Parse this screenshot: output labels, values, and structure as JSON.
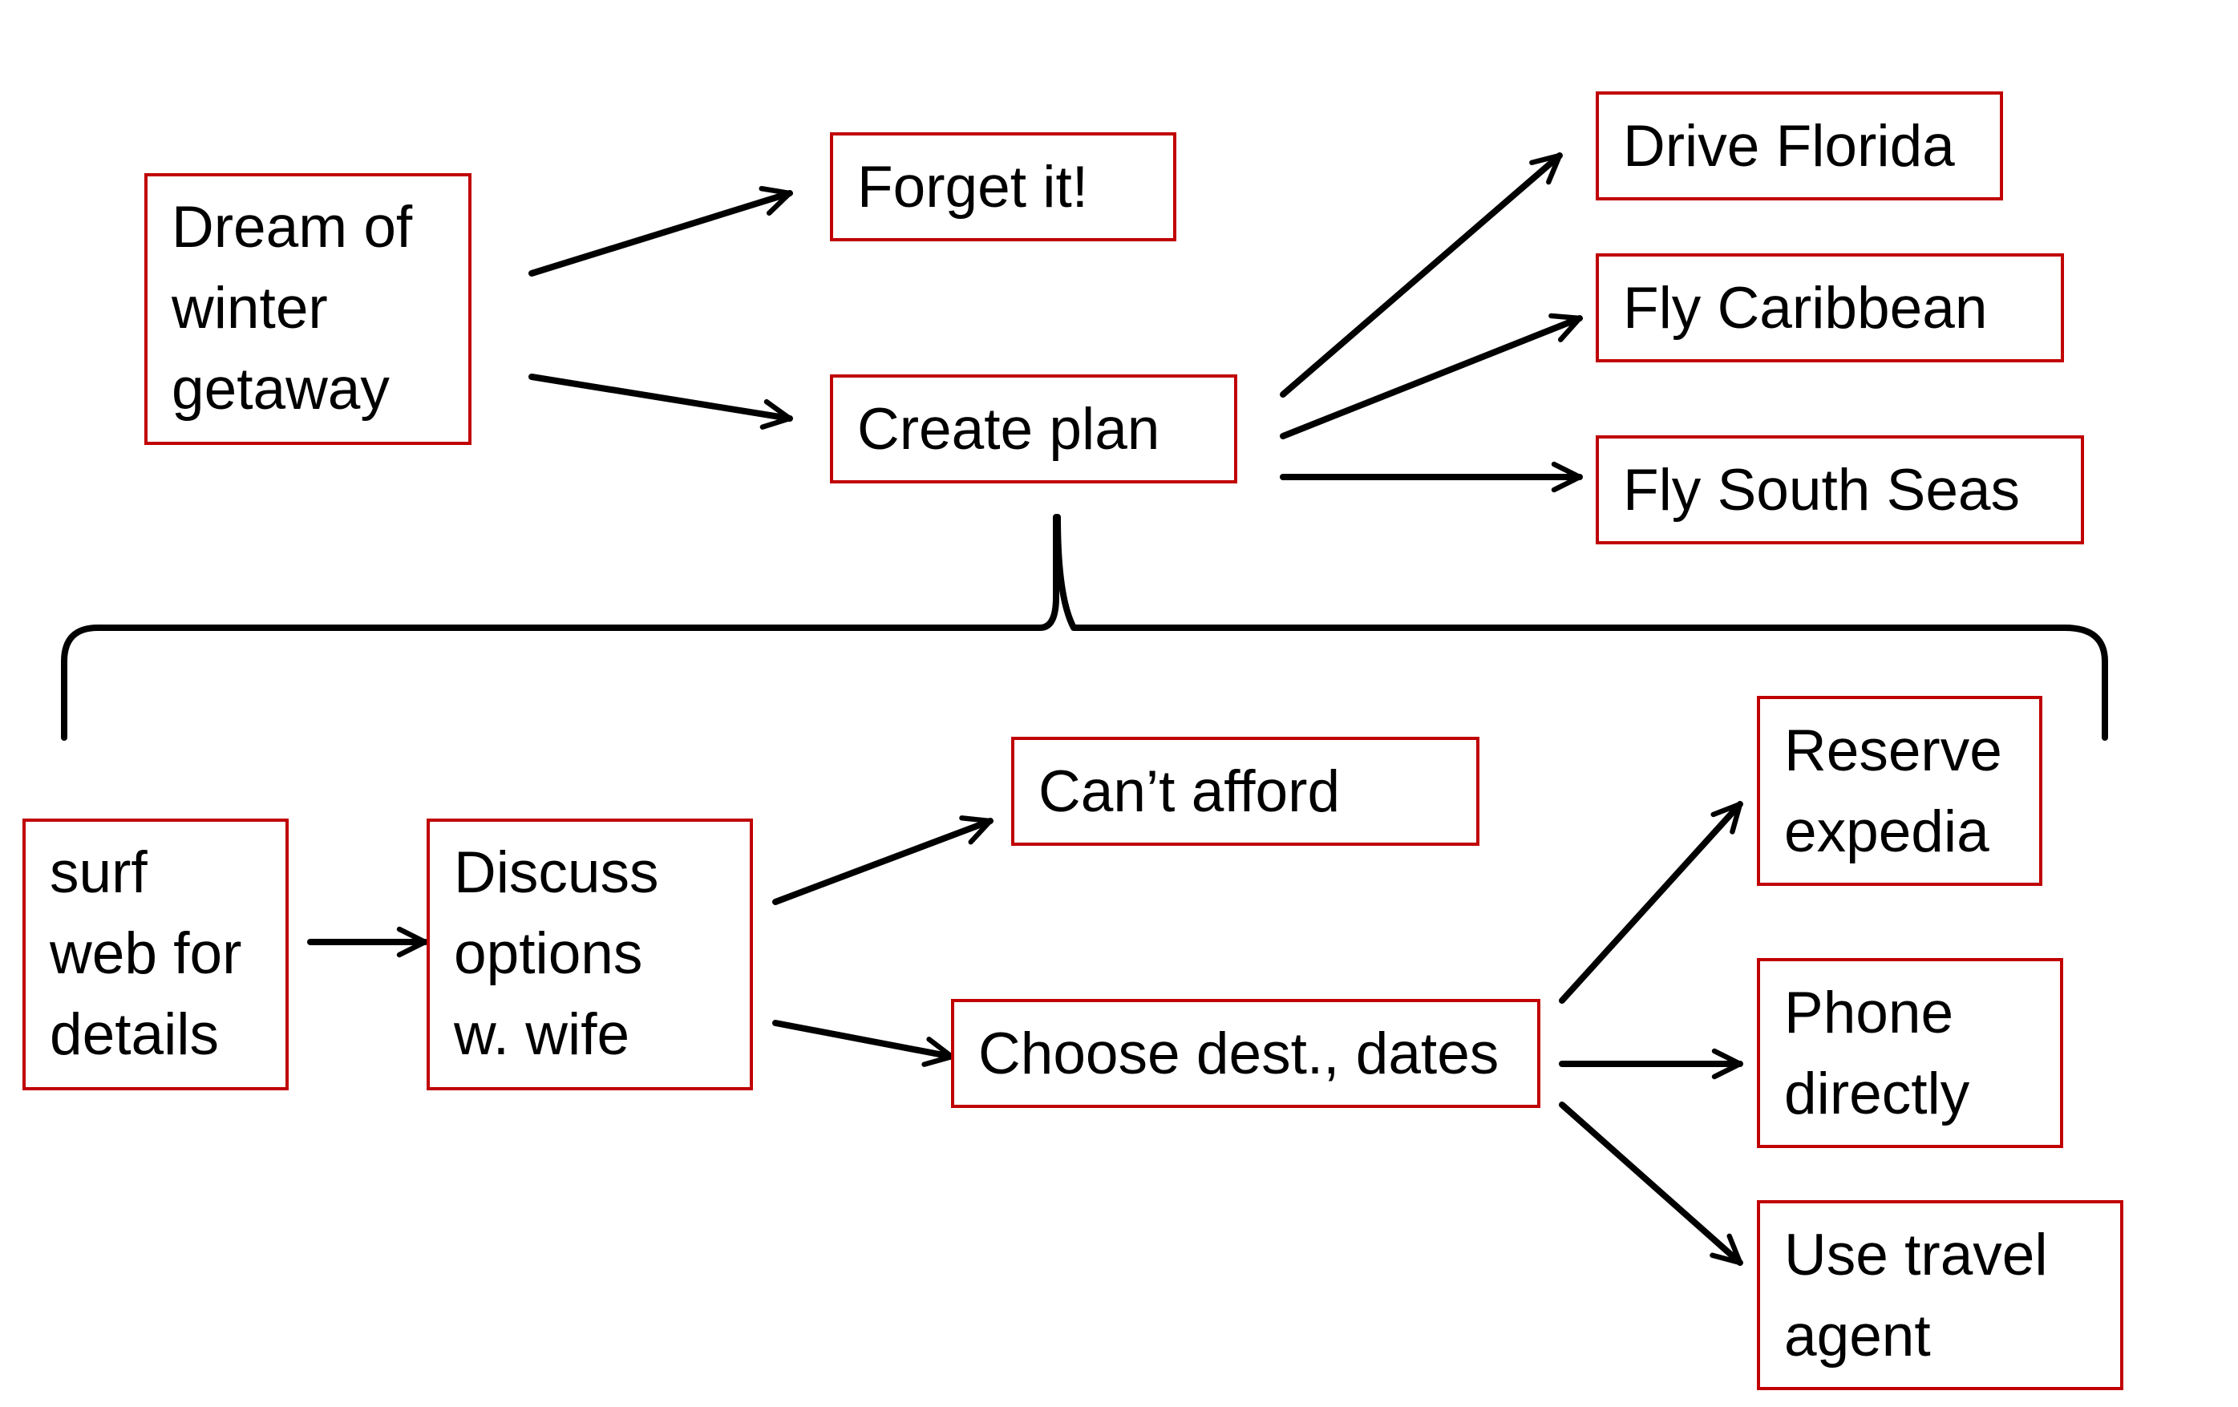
{
  "colors": {
    "box_border": "#c00000",
    "arrow": "#000000",
    "text": "#000000",
    "background": "#ffffff"
  },
  "nodes": {
    "dream": {
      "lines": [
        "Dream of",
        "winter",
        "getaway"
      ]
    },
    "forget": {
      "lines": [
        "Forget it!"
      ]
    },
    "create_plan": {
      "lines": [
        "Create plan"
      ]
    },
    "drive_florida": {
      "lines": [
        "Drive Florida"
      ]
    },
    "fly_caribbean": {
      "lines": [
        "Fly Caribbean"
      ]
    },
    "fly_south_seas": {
      "lines": [
        "Fly South Seas"
      ]
    },
    "surf_web": {
      "lines": [
        "surf",
        "web for",
        "details"
      ]
    },
    "discuss": {
      "lines": [
        "Discuss",
        "options",
        "w. wife"
      ]
    },
    "cant_afford": {
      "lines": [
        "Can’t afford"
      ]
    },
    "choose": {
      "lines": [
        "Choose dest., dates"
      ]
    },
    "reserve": {
      "lines": [
        "Reserve",
        "expedia"
      ]
    },
    "phone": {
      "lines": [
        "Phone",
        "directly"
      ]
    },
    "travel_agent": {
      "lines": [
        "Use travel",
        "agent"
      ]
    }
  },
  "edges": [
    {
      "from": "dream",
      "to": "forget"
    },
    {
      "from": "dream",
      "to": "create_plan"
    },
    {
      "from": "create_plan",
      "to": "drive_florida"
    },
    {
      "from": "create_plan",
      "to": "fly_caribbean"
    },
    {
      "from": "create_plan",
      "to": "fly_south_seas"
    },
    {
      "from": "surf_web",
      "to": "discuss"
    },
    {
      "from": "discuss",
      "to": "cant_afford"
    },
    {
      "from": "discuss",
      "to": "choose"
    },
    {
      "from": "choose",
      "to": "reserve"
    },
    {
      "from": "choose",
      "to": "phone"
    },
    {
      "from": "choose",
      "to": "travel_agent"
    }
  ],
  "brace": {
    "expands": "create_plan"
  }
}
